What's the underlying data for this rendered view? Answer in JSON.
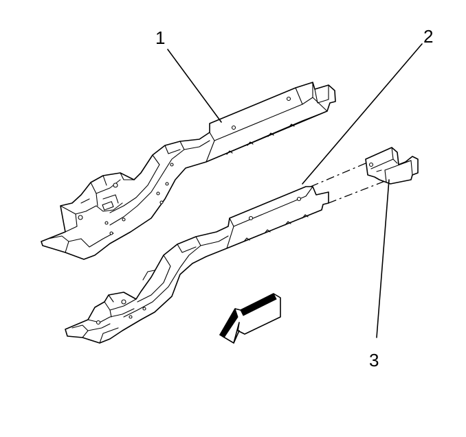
{
  "callouts": [
    {
      "id": "1",
      "label": "1"
    },
    {
      "id": "2",
      "label": "2"
    },
    {
      "id": "3",
      "label": "3"
    }
  ],
  "colors": {
    "line": "#000000",
    "background": "#ffffff",
    "arrow_band": "#000000"
  },
  "icons": {
    "direction_arrow": "front-direction-arrow-icon"
  }
}
